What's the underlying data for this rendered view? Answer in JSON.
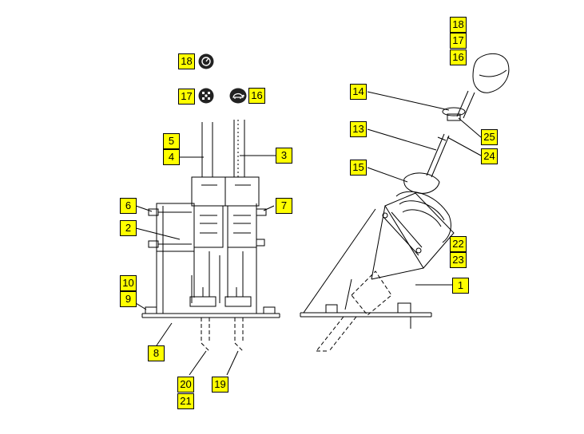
{
  "diagram": {
    "callouts": [
      {
        "id": "c18a",
        "label": "18"
      },
      {
        "id": "c17a",
        "label": "17"
      },
      {
        "id": "c16a",
        "label": "16"
      },
      {
        "id": "c5",
        "label": "5"
      },
      {
        "id": "c4",
        "label": "4"
      },
      {
        "id": "c3",
        "label": "3"
      },
      {
        "id": "c6",
        "label": "6"
      },
      {
        "id": "c7",
        "label": "7"
      },
      {
        "id": "c2",
        "label": "2"
      },
      {
        "id": "c10",
        "label": "10"
      },
      {
        "id": "c9",
        "label": "9"
      },
      {
        "id": "c8",
        "label": "8"
      },
      {
        "id": "c20",
        "label": "20"
      },
      {
        "id": "c21",
        "label": "21"
      },
      {
        "id": "c19",
        "label": "19"
      },
      {
        "id": "c18b",
        "label": "18"
      },
      {
        "id": "c17b",
        "label": "17"
      },
      {
        "id": "c16b",
        "label": "16"
      },
      {
        "id": "c14",
        "label": "14"
      },
      {
        "id": "c13",
        "label": "13"
      },
      {
        "id": "c15",
        "label": "15"
      },
      {
        "id": "c25",
        "label": "25"
      },
      {
        "id": "c24",
        "label": "24"
      },
      {
        "id": "c22",
        "label": "22"
      },
      {
        "id": "c23",
        "label": "23"
      },
      {
        "id": "c1",
        "label": "1"
      }
    ],
    "symbols": [
      {
        "id": "s18",
        "icon": "speed-symbol-icon"
      },
      {
        "id": "s17",
        "icon": "direction-symbol-icon"
      },
      {
        "id": "s16",
        "icon": "tortoise-symbol-icon"
      }
    ],
    "colors": {
      "callout_fill": "#ffff00",
      "line": "#000000",
      "symbol_fill": "#222222"
    }
  }
}
